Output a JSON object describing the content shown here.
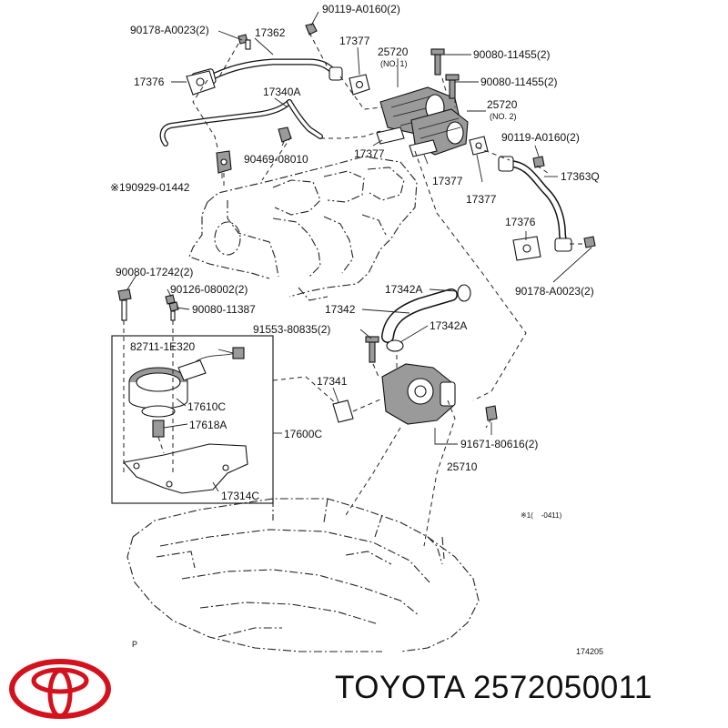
{
  "callouts": {
    "c1": "90178-A0023(2)",
    "c2": "17362",
    "c3": "90119-A0160(2)",
    "c4": "17377",
    "c5": "25720",
    "c6": "(NO. 1)",
    "c7": "90080-11455(2)",
    "c8": "17376",
    "c9": "17340A",
    "c10": "90080-11455(2)",
    "c11": "25720",
    "c12": "(NO. 2)",
    "c13": "90119-A0160(2)",
    "c14": "17377",
    "c15": "90469-08010",
    "c16": "17377",
    "c17": "17363Q",
    "c18": "17377",
    "c19": "※190929-01442",
    "c20": "17376",
    "c21": "90080-17242(2)",
    "c22": "90126-08002(2)",
    "c23": "17342A",
    "c24": "90178-A0023(2)",
    "c25": "90080-11387",
    "c26": "17342",
    "c27": "91553-80835(2)",
    "c28": "17342A",
    "c29": "82711-1E320",
    "c30": "17341",
    "c31": "17610C",
    "c32": "17618A",
    "c33": "17600C",
    "c34": "91671-80616(2)",
    "c35": "25710",
    "c36": "17314C",
    "footnote": "※1(    -0411)",
    "p_mark": "P",
    "figure_number": "174205"
  },
  "brand": {
    "logo": "toyota-logo",
    "logo_color": "#d4121e",
    "caption": "TOYOTA 2572050011"
  }
}
